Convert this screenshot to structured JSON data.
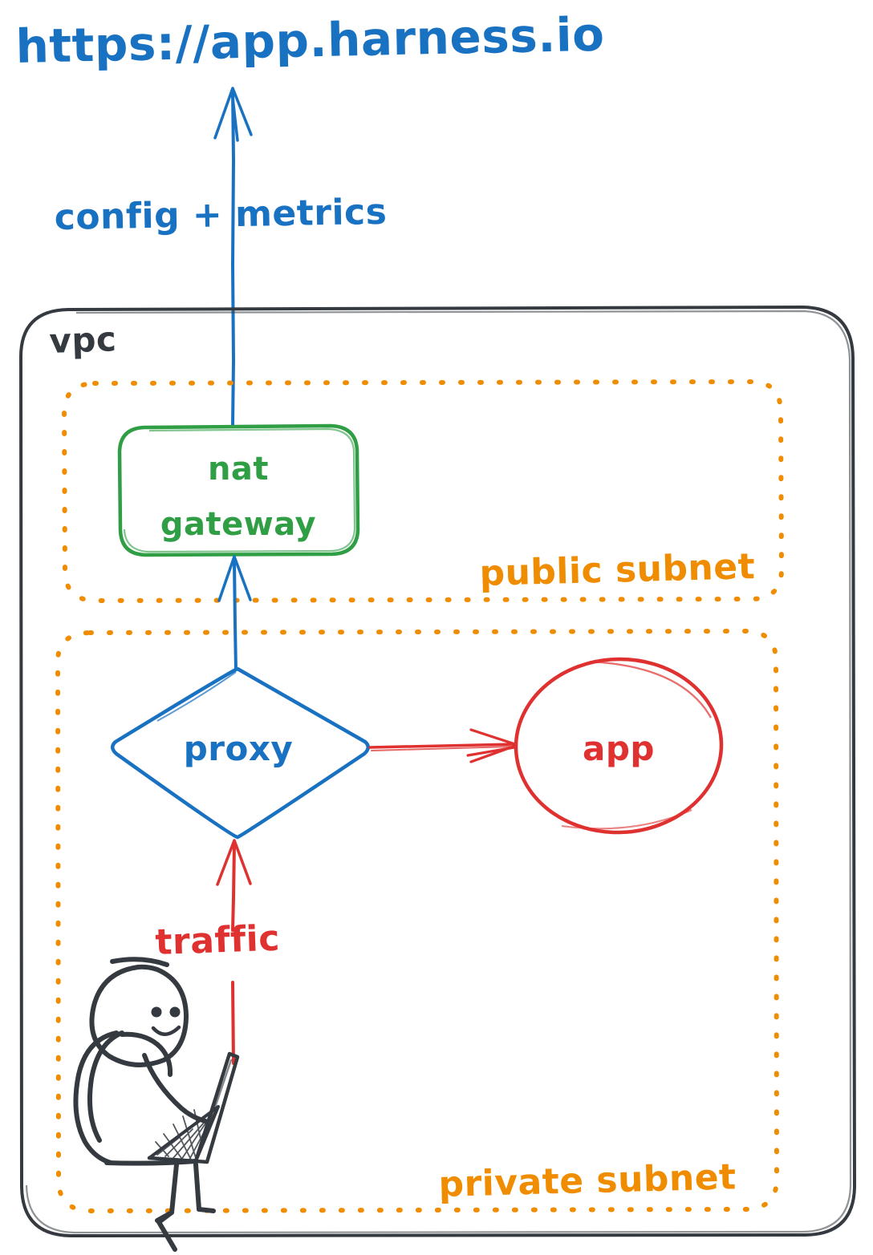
{
  "diagram": {
    "title_url": "https://app.harness.io",
    "colors": {
      "blue": "#1971c2",
      "green": "#2f9e44",
      "orange": "#f08c00",
      "red": "#e03131",
      "black": "#343a40",
      "background": "#ffffff"
    },
    "containers": [
      {
        "id": "vpc",
        "label": "vpc",
        "style": "solid-rounded",
        "color": "#343a40"
      },
      {
        "id": "public-subnet",
        "label": "public subnet",
        "style": "dotted-rounded",
        "color": "#f08c00"
      },
      {
        "id": "private-subnet",
        "label": "private subnet",
        "style": "dotted-rounded",
        "color": "#f08c00"
      }
    ],
    "nodes": [
      {
        "id": "nat-gateway",
        "label_line1": "nat",
        "label_line2": "gateway",
        "shape": "rounded-rect",
        "color": "#2f9e44"
      },
      {
        "id": "proxy",
        "label": "proxy",
        "shape": "diamond",
        "color": "#1971c2"
      },
      {
        "id": "app",
        "label": "app",
        "shape": "ellipse",
        "color": "#e03131"
      },
      {
        "id": "user",
        "label": "",
        "shape": "person-with-laptop",
        "color": "#343a40"
      }
    ],
    "edges": [
      {
        "id": "nat-to-internet",
        "label": "config + metrics",
        "color": "#1971c2",
        "from": "nat-gateway",
        "to": "https://app.harness.io",
        "direction": "up"
      },
      {
        "id": "proxy-to-nat",
        "label": "",
        "color": "#1971c2",
        "from": "proxy",
        "to": "nat-gateway",
        "direction": "up"
      },
      {
        "id": "proxy-to-app",
        "label": "",
        "color": "#e03131",
        "from": "proxy",
        "to": "app",
        "direction": "right"
      },
      {
        "id": "user-to-proxy",
        "label": "traffic",
        "color": "#e03131",
        "from": "user",
        "to": "proxy",
        "direction": "up"
      }
    ]
  }
}
